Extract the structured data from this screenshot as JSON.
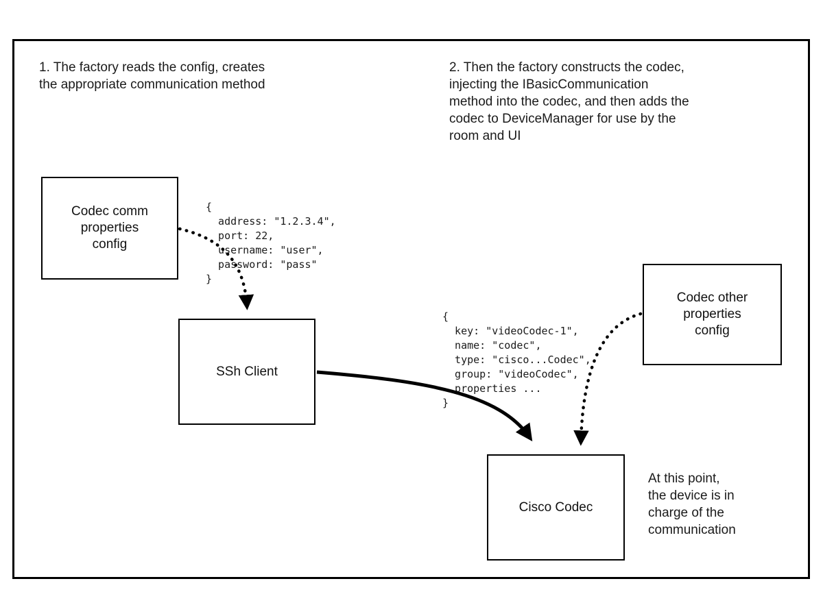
{
  "page": {
    "background": "#ffffff",
    "line_color": "#000000"
  },
  "notes": {
    "note1": "1. The factory reads the config, creates\nthe appropriate communication method",
    "note2": "2. Then the factory constructs the codec,\ninjecting the IBasicCommunication\nmethod into the codec, and then adds the\ncodec to DeviceManager for use by the\nroom and UI",
    "note3": "At this point,\nthe device is in\ncharge of the\ncommunication"
  },
  "boxes": {
    "codec_comm_config": "Codec comm\nproperties\nconfig",
    "ssh_client": "SSh Client",
    "codec_other_config": "Codec other\nproperties\nconfig",
    "cisco_codec": "Cisco Codec"
  },
  "code": {
    "comm_properties": "{\n  address: \"1.2.3.4\",\n  port: 22,\n  username: \"user\",\n  password: \"pass\"\n}",
    "codec_properties": "{\n  key: \"videoCodec-1\",\n  name: \"codec\",\n  type: \"cisco...Codec\",\n  group: \"videoCodec\",\n  properties ...\n}"
  }
}
